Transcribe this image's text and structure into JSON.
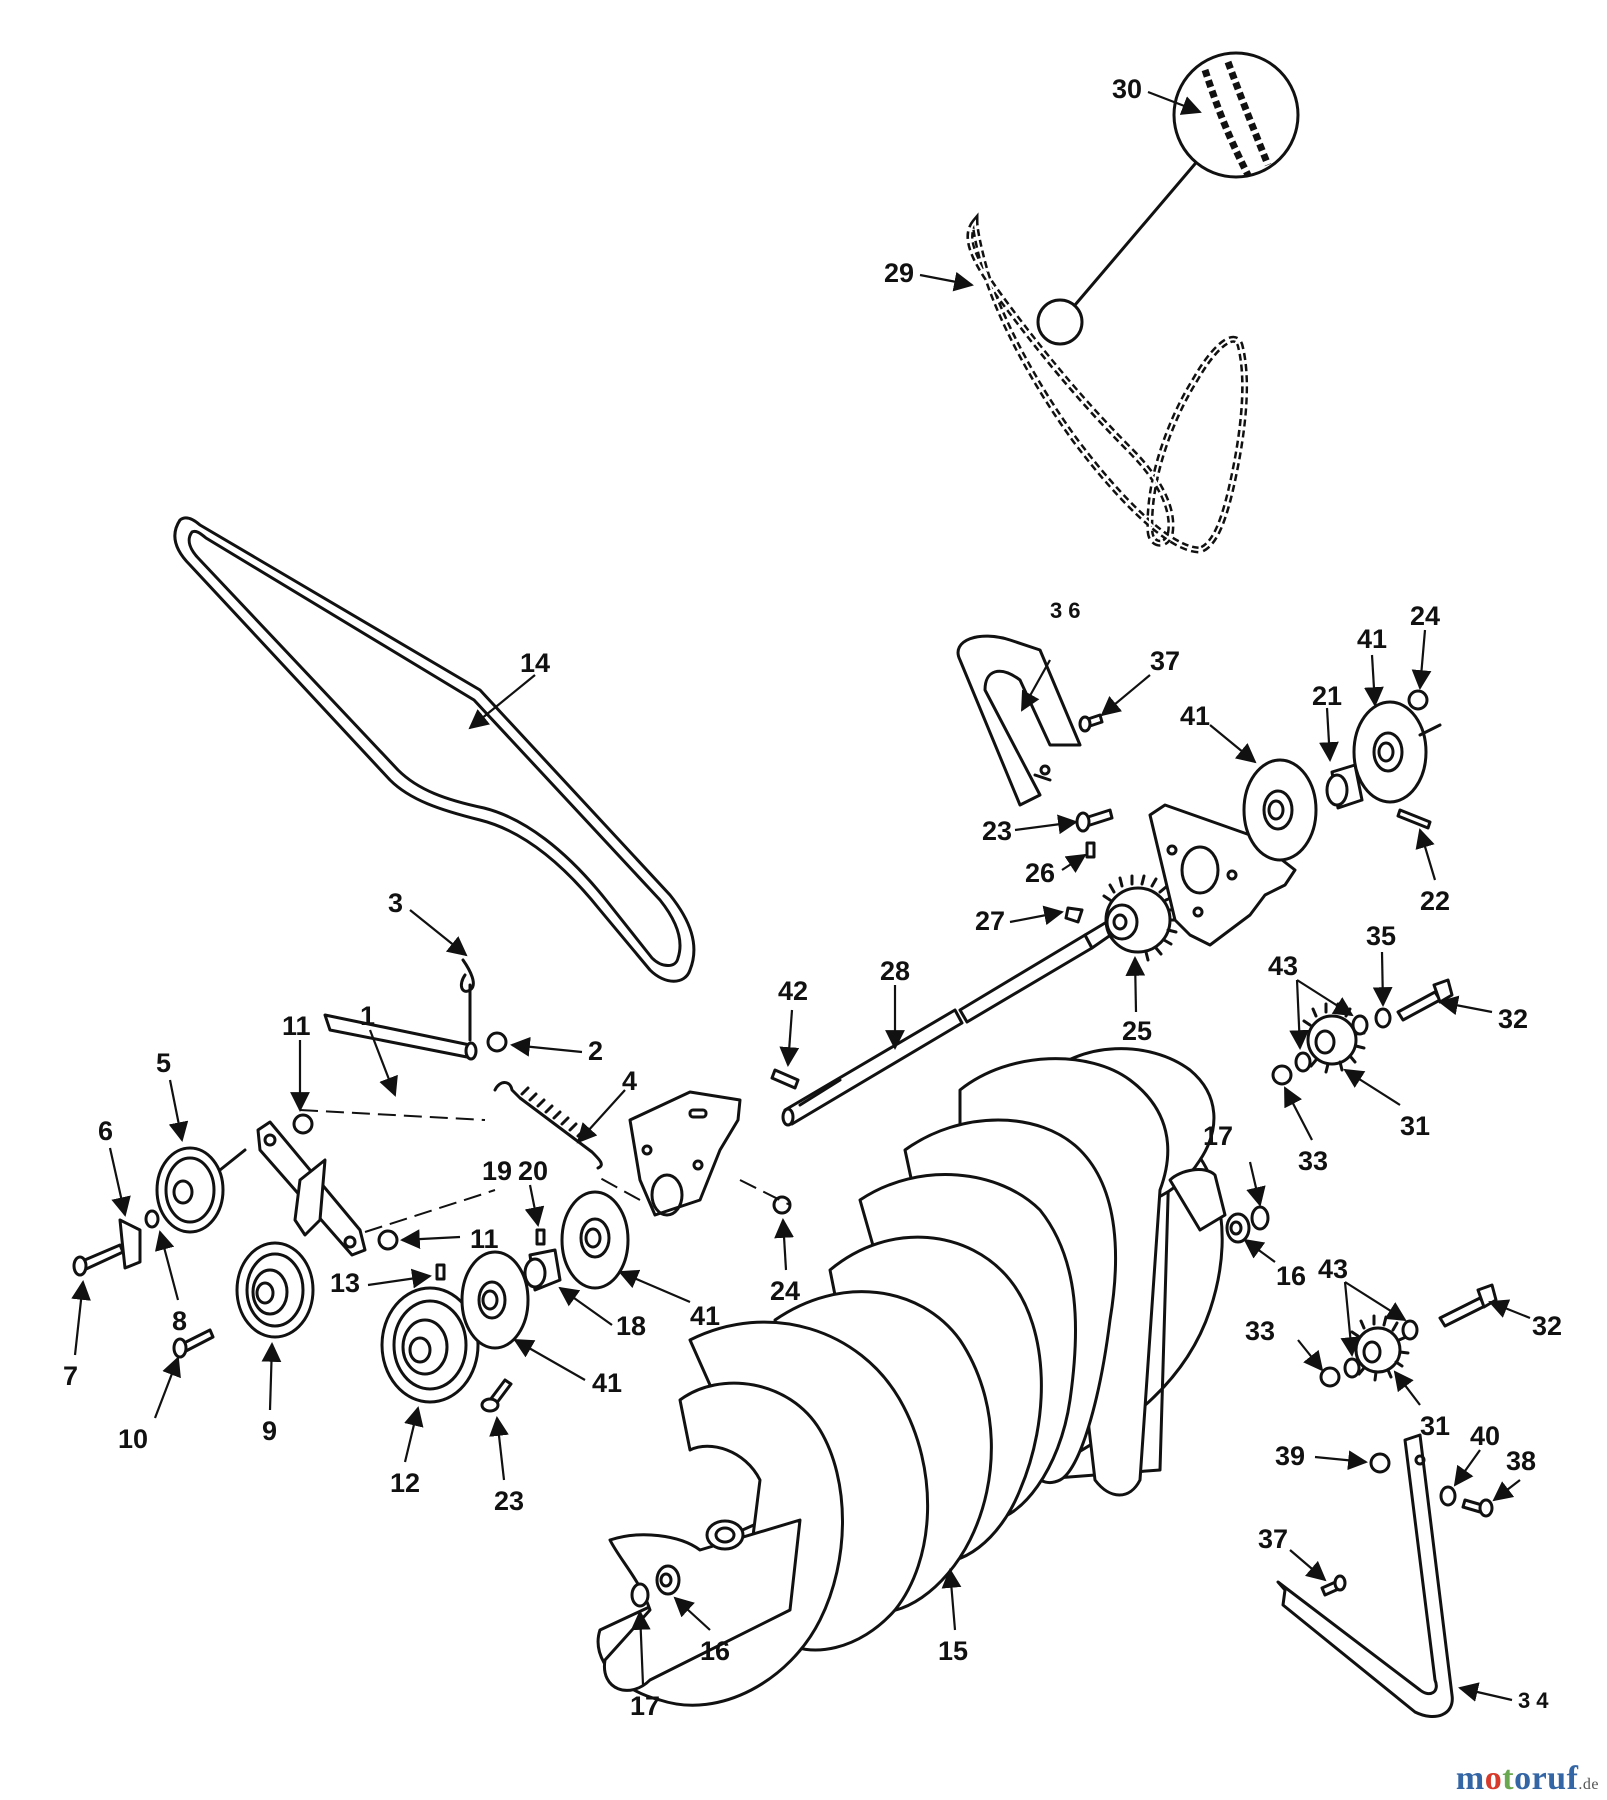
{
  "diagram": {
    "part_numbers": [
      "1",
      "2",
      "3",
      "4",
      "5",
      "6",
      "7",
      "8",
      "9",
      "10",
      "11",
      "11",
      "12",
      "13",
      "14",
      "15",
      "16",
      "16",
      "17",
      "17",
      "18",
      "19",
      "20",
      "21",
      "22",
      "23",
      "23",
      "24",
      "24",
      "25",
      "26",
      "27",
      "28",
      "29",
      "30",
      "31",
      "31",
      "32",
      "32",
      "33",
      "33",
      "34",
      "35",
      "36",
      "37",
      "37",
      "38",
      "39",
      "40",
      "41",
      "41",
      "41",
      "41",
      "42",
      "43",
      "43"
    ]
  },
  "watermark": {
    "part1": "m",
    "part2": "o",
    "part3": "t",
    "part4": "oruf",
    "suffix": ".de"
  }
}
